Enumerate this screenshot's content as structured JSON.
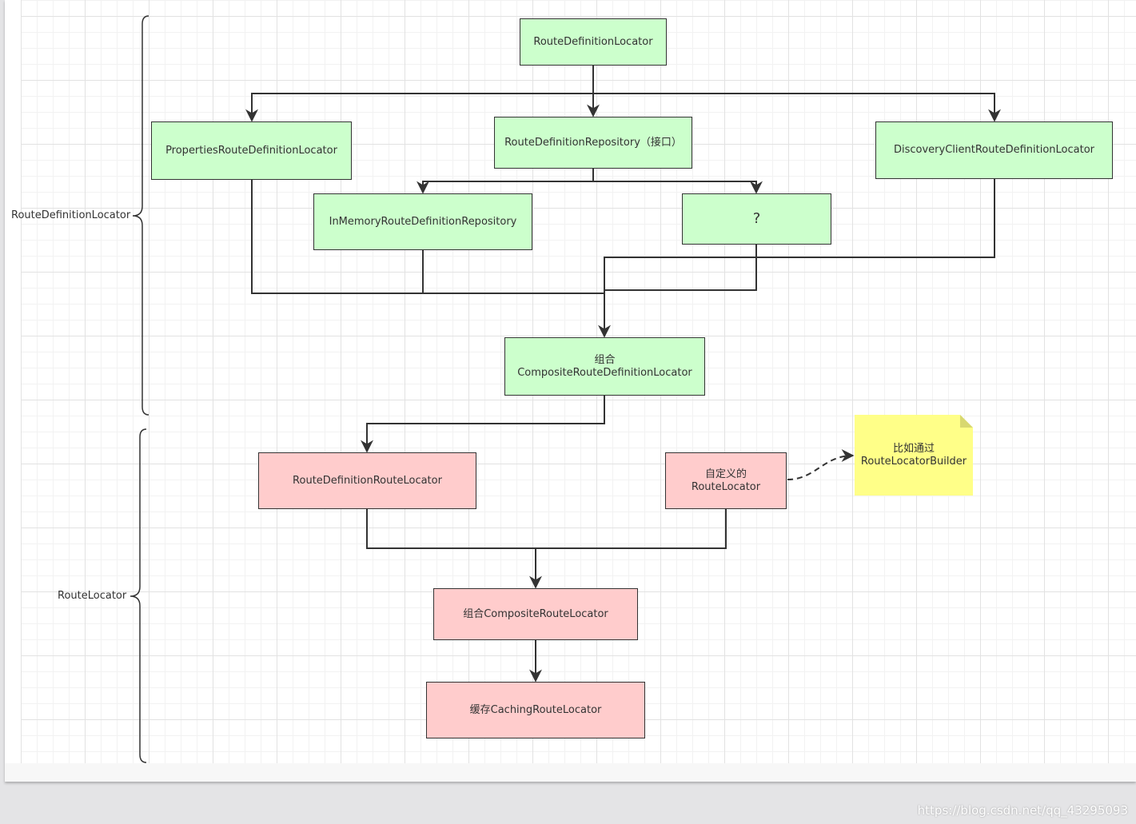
{
  "nodes": {
    "top_locator": "RouteDefinitionLocator",
    "properties": "PropertiesRouteDefinitionLocator",
    "repository": "RouteDefinitionRepository（接口）",
    "discovery": "DiscoveryClientRouteDefinitionLocator",
    "inmemory": "InMemoryRouteDefinitionRepository",
    "unknown": "?",
    "composite_def": "组合\nCompositeRouteDefinitionLocator",
    "route_def_route": "RouteDefinitionRouteLocator",
    "custom": "自定义的\nRouteLocator",
    "composite_route": "组合CompositeRouteLocator",
    "caching": "缓存CachingRouteLocator"
  },
  "note": "比如通过\nRouteLocatorBuilder",
  "braces": {
    "upper": "RouteDefinitionLocator",
    "lower": "RouteLocator"
  },
  "colors": {
    "green_fill": "#ccffcc",
    "pink_fill": "#ffcccc",
    "note_fill": "#ffff88",
    "stroke": "#333333"
  },
  "watermark": "https://blog.csdn.net/qq_43295093"
}
